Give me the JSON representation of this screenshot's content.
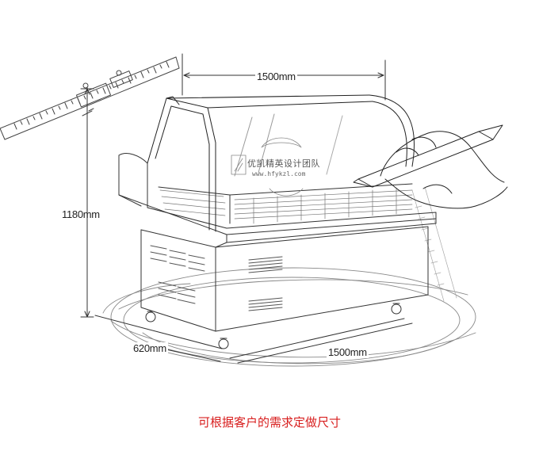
{
  "dimensions": {
    "top_width": "1500mm",
    "height": "1180mm",
    "depth": "620mm",
    "bottom_width": "1500mm"
  },
  "watermark": {
    "brand": "优凯精英设计团队",
    "url": "www.hfykzl.com"
  },
  "caption": "可根据客户的需求定做尺寸",
  "colors": {
    "caption": "#d81e1e",
    "line": "#333333"
  }
}
